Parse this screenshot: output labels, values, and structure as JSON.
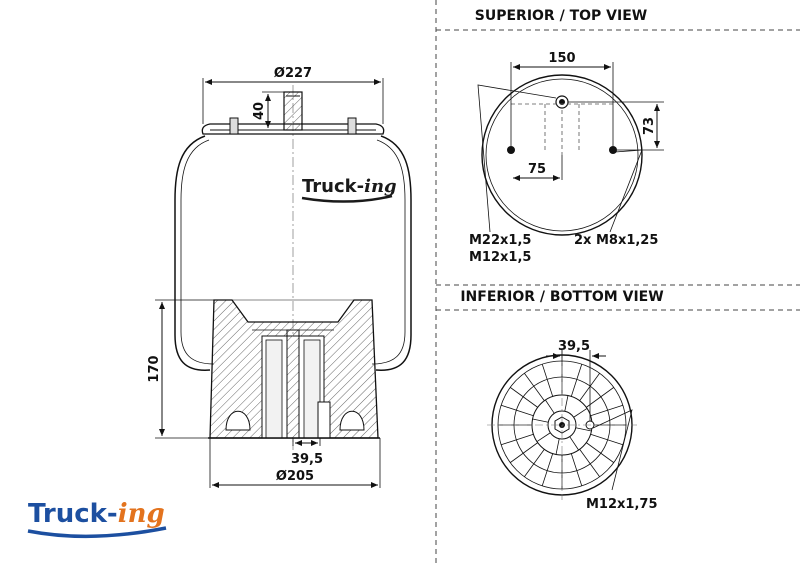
{
  "sections": {
    "top_view_title": "SUPERIOR / TOP VIEW",
    "bottom_view_title": "INFERIOR / BOTTOM VIEW"
  },
  "side_view": {
    "top_diameter": "Ø227",
    "stud_height": "40",
    "height": "170",
    "bottom_offset": "39,5",
    "bottom_diameter": "Ø205",
    "watermark_main": "Truck-",
    "watermark_ing": "ing"
  },
  "top_view": {
    "width_dim": "150",
    "half_dim": "75",
    "offset_dim": "73",
    "thread_1": "M22x1,5",
    "thread_2": "M12x1,5",
    "thread_3": "2x M8x1,25"
  },
  "bottom_view": {
    "offset_dim": "39,5",
    "thread": "M12x1,75"
  },
  "brand": {
    "name_main": "Truck-",
    "name_ing": "ing",
    "main_color": "#1c4fa0",
    "accent_color": "#e3731e"
  }
}
